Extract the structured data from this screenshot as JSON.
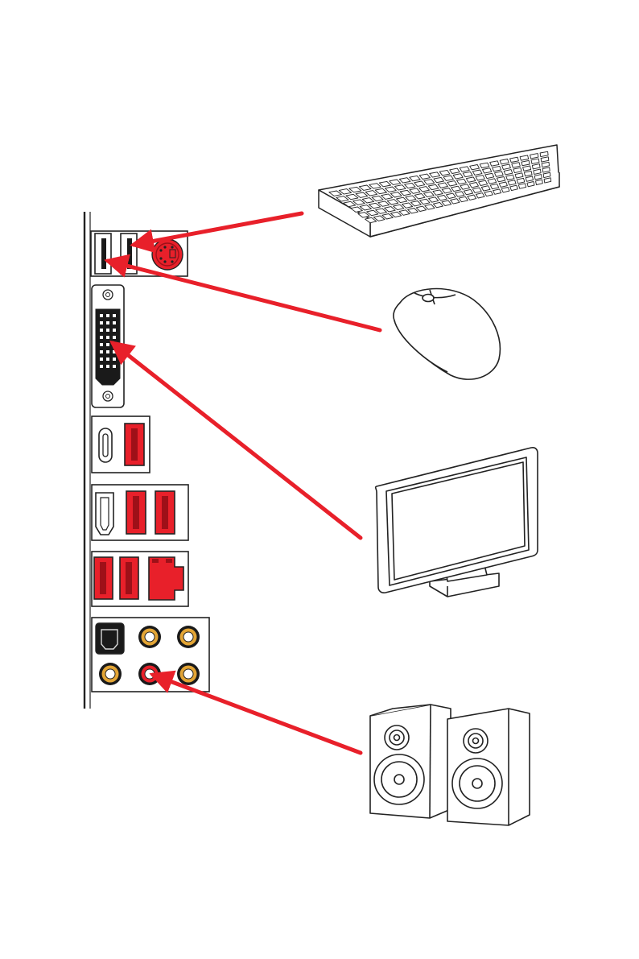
{
  "page": {
    "number": ""
  },
  "colors": {
    "arrow": "#e8202a",
    "port_red": "#e8202a",
    "port_dark": "#9e1018",
    "line": "#222222",
    "gold": "#e3a535",
    "black": "#1a1a1a"
  },
  "icons": [
    "keyboard-icon",
    "mouse-icon",
    "monitor-icon",
    "speakers-icon"
  ],
  "ports": [
    "ps2-port",
    "usb-a-port",
    "dvi-port",
    "usb-c-port",
    "hdmi-port",
    "lan-port",
    "optical-spdif-port",
    "audio-jacks"
  ]
}
